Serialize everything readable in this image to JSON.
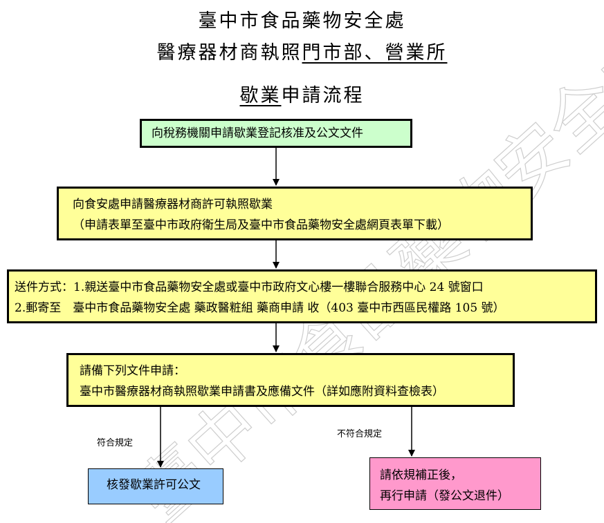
{
  "title": {
    "line1": "臺中市食品藥物安全處",
    "line2_plain": "醫療器材商執照",
    "line2_underlined": "門市部、營業所",
    "line3_underlined": "歇業",
    "line3_plain": "申請流程"
  },
  "watermark": {
    "text": "臺中市食品藥物安全處",
    "color": "#c8c8c8"
  },
  "steps": {
    "step1": "向稅務機關申請歇業登記核准及公文文件",
    "step2_line1": "向食安處申請醫療器材商許可執照歇業",
    "step2_line2": "（申請表單至臺中市政府衛生局及臺中市食品藥物安全處網頁表單下載）",
    "step3_line1": "送件方式：1.親送臺中市食品藥物安全處或臺中市政府文心樓一樓聯合服務中心 24 號窗口",
    "step3_line2": "2.郵寄至　臺中市食品藥物安全處 藥政醫粧組 藥商申請 收（403 臺中市西區民權路 105 號）",
    "step4_line1": "請備下列文件申請：",
    "step4_line2": "臺中市醫療器材商執照歇業申請書及應備文件（詳如應附資料查檢表）",
    "approve": "核發歇業許可公文",
    "reject_line1": "請依規補正後，",
    "reject_line2": "再行申請（發公文退件）"
  },
  "branches": {
    "ok": "符合規定",
    "not_ok": "不符合規定"
  },
  "colors": {
    "step1": "#ccffcc",
    "step2_4": "#ffff99",
    "approve": "#99ccff",
    "reject": "#ff99cc"
  }
}
